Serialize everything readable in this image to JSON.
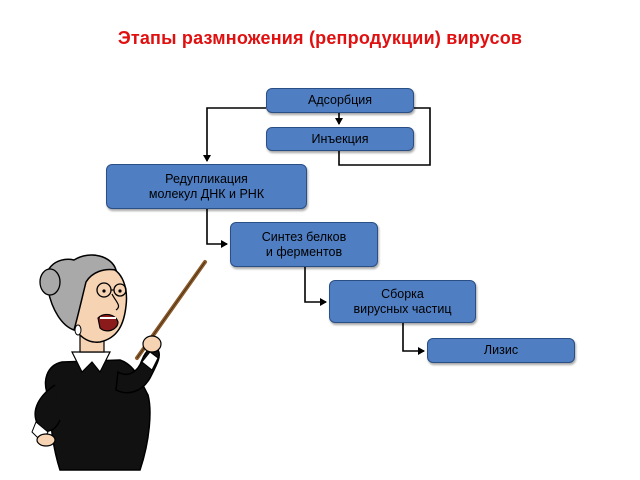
{
  "title": "Этапы размножения (репродукции) вирусов",
  "steps": {
    "adsorption": "Адсорбция",
    "injection": "Инъекция",
    "replication": "Редупликация\nмолекул ДНК и РНК",
    "synthesis": "Синтез белков\nи ферментов",
    "assembly": "Сборка\nвирусных частиц",
    "lysis": "Лизис"
  },
  "colors": {
    "title": "#e01010",
    "box_fill": "#4f7ec2",
    "connector": "#000000"
  },
  "illustration": {
    "subject": "teacher-with-pointer"
  }
}
